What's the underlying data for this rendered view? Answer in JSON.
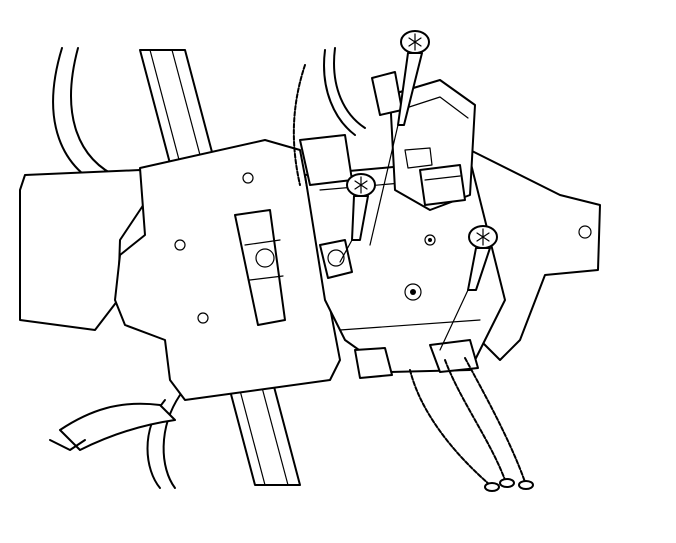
{
  "figure": {
    "caption": "",
    "parts": [
      {
        "name": "window-regulator-plate"
      },
      {
        "name": "regulator-rail"
      },
      {
        "name": "window-motor"
      },
      {
        "name": "motor-module"
      },
      {
        "name": "torx-screw"
      },
      {
        "name": "coiled-cable"
      }
    ],
    "screw_count": 3,
    "cable_count": 3,
    "colors": {
      "line": "#000000",
      "background": "#ffffff"
    }
  }
}
